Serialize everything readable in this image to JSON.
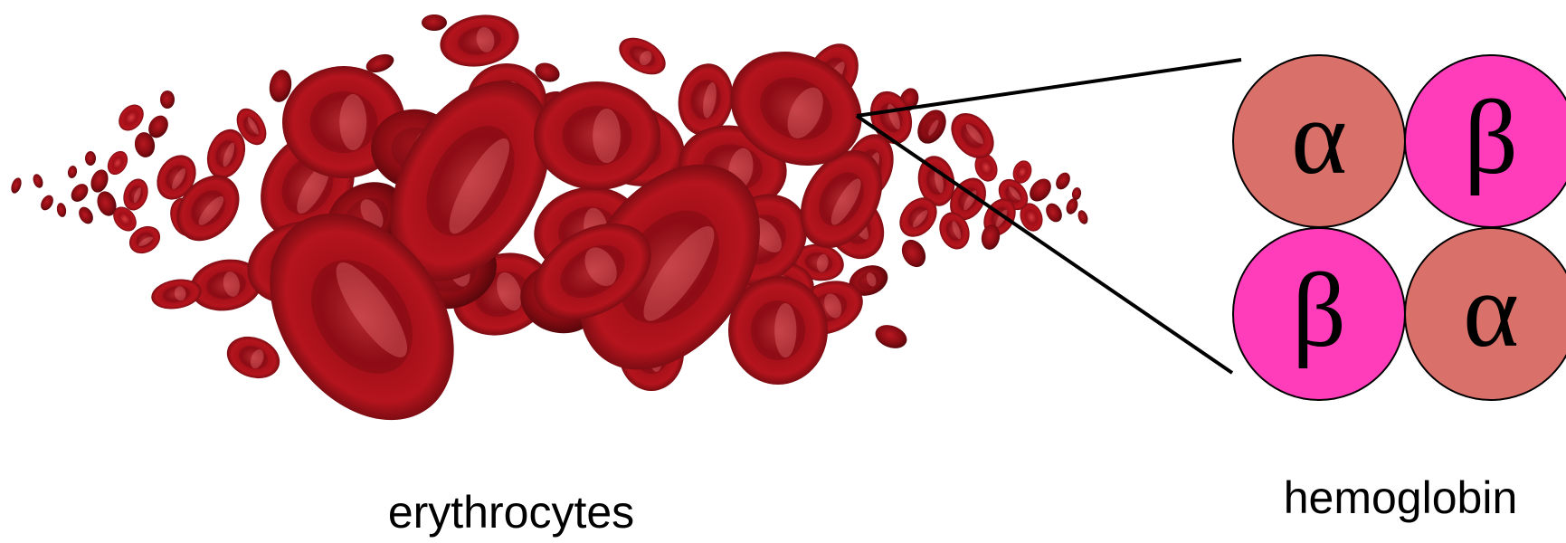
{
  "labels": {
    "erythrocytes": "erythrocytes",
    "hemoglobin": "hemoglobin"
  },
  "subunits": [
    {
      "symbol": "α",
      "type": "alpha"
    },
    {
      "symbol": "β",
      "type": "beta"
    },
    {
      "symbol": "β",
      "type": "beta"
    },
    {
      "symbol": "α",
      "type": "alpha"
    }
  ],
  "colors": {
    "alpha": "#D9706A",
    "beta": "#FF3DBB",
    "outline": "#000000",
    "callout_line": "#000000",
    "cell_light": "#E0363F",
    "cell_mid": "#B5121B",
    "cell_dark": "#6B0A10"
  },
  "icons": {
    "cells": "red-blood-cell-cluster"
  }
}
